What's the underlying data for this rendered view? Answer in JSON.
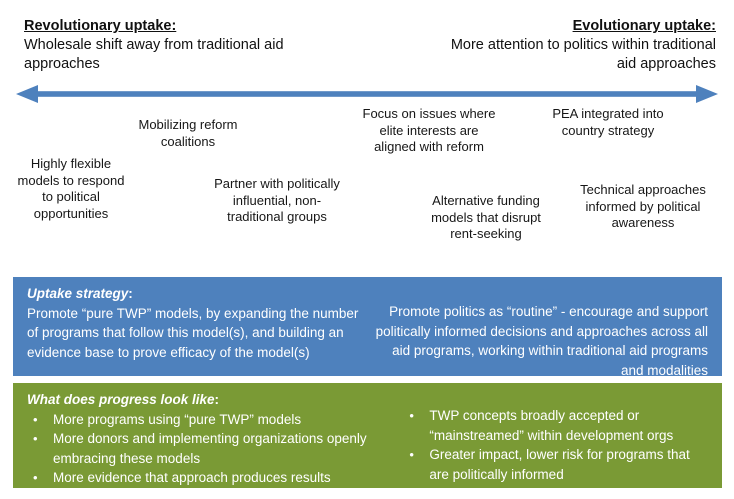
{
  "colors": {
    "arrow_blue": "#4E81BD",
    "band_blue": "#4E81BD",
    "band_green": "#7A9A35",
    "text_dark": "#171717",
    "text_light": "#FFFFFF"
  },
  "header": {
    "left": {
      "title": "Revolutionary uptake:",
      "subtitle": "Wholesale shift away from traditional aid approaches"
    },
    "right": {
      "title": "Evolutionary uptake:",
      "subtitle": "More attention to politics within traditional aid approaches"
    }
  },
  "axis": {
    "icon": "double-headed-arrow-icon",
    "direction": "bidirectional"
  },
  "spectrum_labels": [
    {
      "text": "Mobilizing reform coalitions"
    },
    {
      "text": "Focus on issues where elite interests are aligned with reform"
    },
    {
      "text": "PEA integrated into country strategy"
    },
    {
      "text": "Highly flexible models to respond to political opportunities"
    },
    {
      "text": "Partner with politically influential, non-traditional groups"
    },
    {
      "text": "Alternative funding models that disrupt rent-seeking"
    },
    {
      "text": "Technical approaches informed by political awareness"
    }
  ],
  "bands": {
    "uptake_strategy": {
      "heading": "Uptake strategy",
      "heading_colon": ":",
      "left_text": "Promote “pure TWP” models, by expanding the number of programs that follow this model(s), and building an evidence base to prove efficacy of the model(s)",
      "right_text": "Promote politics as “routine” - encourage and support politically informed decisions and approaches across all aid programs, working within traditional aid programs and modalities"
    },
    "progress": {
      "heading": "What does progress look like",
      "heading_colon": ":",
      "bullet_glyph": "•",
      "left_items": [
        "More programs using “pure TWP” models",
        "More donors and implementing organizations openly embracing these models",
        "More evidence that approach produces results"
      ],
      "right_items": [
        "TWP concepts broadly accepted or “mainstreamed” within development orgs",
        "Greater impact, lower risk for programs that are politically informed"
      ]
    }
  }
}
